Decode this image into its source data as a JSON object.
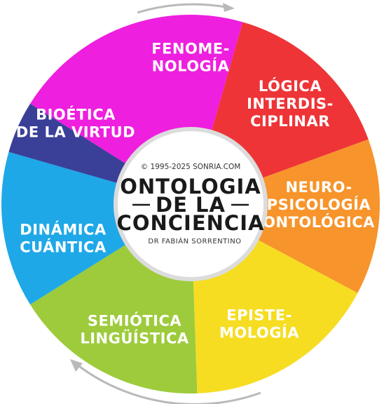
{
  "segments": [
    {
      "id": "fenomenologia",
      "lines": [
        "FENOME-",
        "NOLOGÍA"
      ],
      "color": "#ee1fde"
    },
    {
      "id": "logica",
      "lines": [
        "LÓGICA",
        "INTERDIS-",
        "CIPLINAR"
      ],
      "color": "#ee3437"
    },
    {
      "id": "neuropsicologia",
      "lines": [
        "NEURO-",
        "PSICOLOGÍA",
        "ONTOLÓGICA"
      ],
      "color": "#f7942b"
    },
    {
      "id": "epistemologia",
      "lines": [
        "EPISTE-",
        "MOLOGÍA"
      ],
      "color": "#f6dd22"
    },
    {
      "id": "semiotica",
      "lines": [
        "SEMIÓTICA",
        "LINGÜÍSTICA"
      ],
      "color": "#9dcb3b"
    },
    {
      "id": "dinamica",
      "lines": [
        "DINÁMICA",
        "CUÁNTICA"
      ],
      "color": "#1ea8e8"
    },
    {
      "id": "bioetica",
      "lines": [
        "BIOÉTICA",
        "DE LA VIRTUD"
      ],
      "color": "#3a3f98"
    }
  ],
  "center": {
    "copyright": "© 1995-2025 SONRIA.COM",
    "title_lines": [
      "ONTOLOGIA",
      "DE LA",
      "CONCIENCIA"
    ],
    "author": "DR FABIÁN SORRENTINO"
  },
  "colors": {
    "arrow": "#b9b9b9",
    "center_fill": "#ffffff",
    "center_ring": "#dcdcdc",
    "rule": "#1a1a1a"
  }
}
